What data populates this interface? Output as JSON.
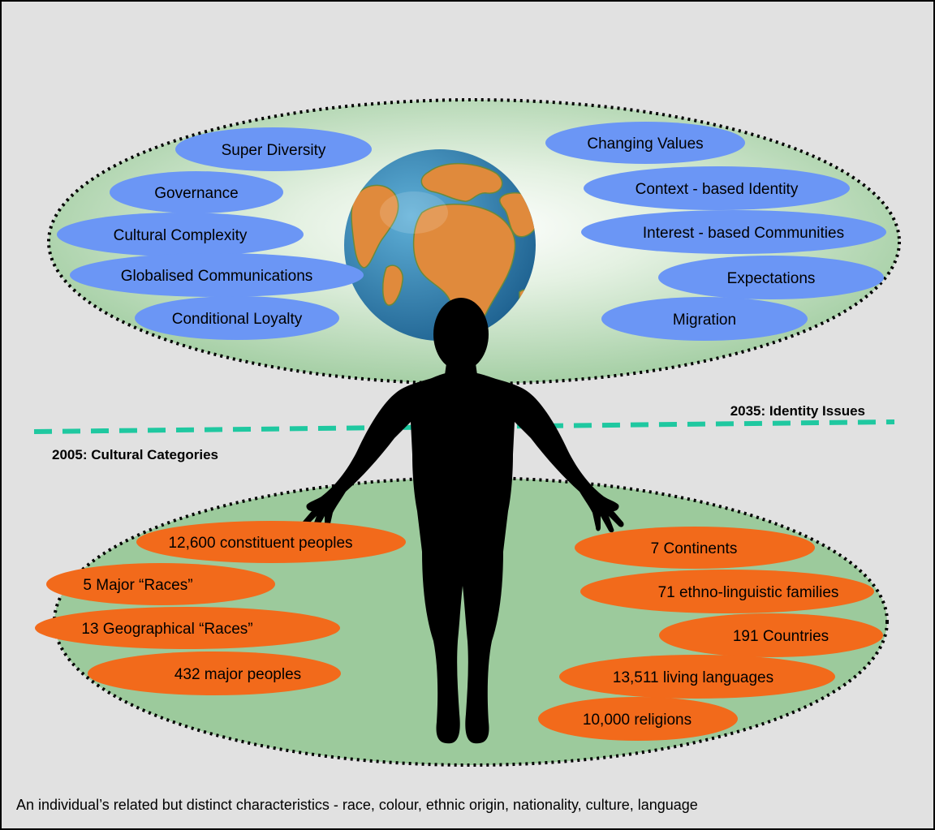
{
  "future": {
    "label": "2035: Identity Issues",
    "items_left": [
      "Super Diversity",
      "Governance",
      "Cultural Complexity",
      "Globalised Communications",
      "Conditional Loyalty"
    ],
    "items_right": [
      "Changing Values",
      "Context - based Identity",
      "Interest - based Communities",
      "Expectations",
      "Migration"
    ]
  },
  "past": {
    "label": "2005: Cultural Categories",
    "items_left": [
      "12,600 constituent peoples",
      "5 Major “Races”",
      "13 Geographical “Races”",
      "432 major peoples"
    ],
    "items_right": [
      "7 Continents",
      "71 ethno-linguistic families",
      "191 Countries",
      "13,511 living languages",
      "10,000 religions"
    ]
  },
  "caption": "An individual’s related but distinct characteristics - race, colour, ethnic origin, nationality, culture, language",
  "colors": {
    "background": "#e1e1e1",
    "field_green": "#9cca9c",
    "future_pill": "#6b96f5",
    "past_pill": "#f26a1b",
    "divider": "#1fc8a0",
    "ocean": "#2a7fb0",
    "land": "#e08a3c",
    "figure": "#000000"
  }
}
